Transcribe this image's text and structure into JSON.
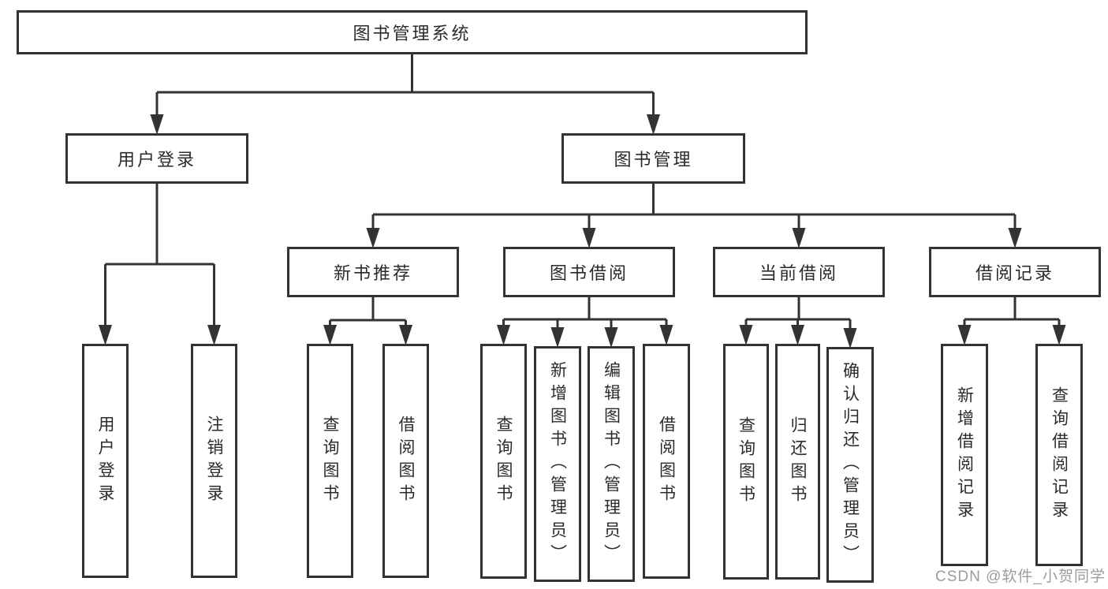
{
  "diagram": {
    "title": "图书管理系统",
    "tree": {
      "id": "root",
      "label": "图书管理系统",
      "children": [
        {
          "id": "user-login",
          "label": "用户登录",
          "children": [
            {
              "id": "login",
              "label": "用户登录",
              "vertical": true
            },
            {
              "id": "logout",
              "label": "注销登录",
              "vertical": true
            }
          ]
        },
        {
          "id": "book-mgmt",
          "label": "图书管理",
          "children": [
            {
              "id": "new-book-rec",
              "label": "新书推荐",
              "children": [
                {
                  "id": "nbr-query",
                  "label": "查询图书",
                  "vertical": true
                },
                {
                  "id": "nbr-borrow",
                  "label": "借阅图书",
                  "vertical": true
                }
              ]
            },
            {
              "id": "book-borrow",
              "label": "图书借阅",
              "children": [
                {
                  "id": "bb-query",
                  "label": "查询图书",
                  "vertical": true
                },
                {
                  "id": "bb-add",
                  "label": "新增图书（管理员）",
                  "vertical": true
                },
                {
                  "id": "bb-edit",
                  "label": "编辑图书（管理员）",
                  "vertical": true
                },
                {
                  "id": "bb-borrow",
                  "label": "借阅图书",
                  "vertical": true
                }
              ]
            },
            {
              "id": "current-borrow",
              "label": "当前借阅",
              "children": [
                {
                  "id": "cb-query",
                  "label": "查询图书",
                  "vertical": true
                },
                {
                  "id": "cb-return",
                  "label": "归还图书",
                  "vertical": true
                },
                {
                  "id": "cb-confirm",
                  "label": "确认归还（管理员）",
                  "vertical": true
                }
              ]
            },
            {
              "id": "borrow-record",
              "label": "借阅记录",
              "children": [
                {
                  "id": "br-add",
                  "label": "新增借阅记录",
                  "vertical": true
                },
                {
                  "id": "br-query",
                  "label": "查询借阅记录",
                  "vertical": true
                }
              ]
            }
          ]
        }
      ]
    }
  },
  "watermark": "CSDN @软件_小贺同学",
  "colors": {
    "line": "#333333",
    "box_border": "#333333",
    "text": "#2b2b2b",
    "watermark": "#808080",
    "background": "#ffffff"
  }
}
